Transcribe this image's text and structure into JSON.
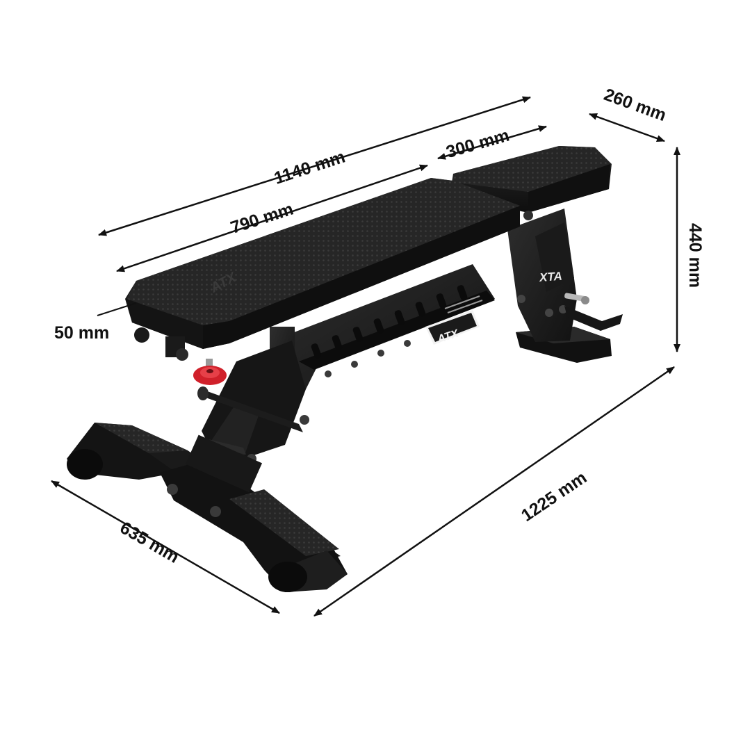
{
  "product": {
    "brand_logo": "ATX",
    "brand_logo_side": "XTA",
    "colors": {
      "frame": "#1b1b1b",
      "pad": "#232323",
      "accent_knob": "#d0202a",
      "arrow": "#111111",
      "background": "#ffffff"
    }
  },
  "dimensions": {
    "total_length": "1140 mm",
    "backrest_length": "790 mm",
    "seat_length": "300 mm",
    "seat_width": "260 mm",
    "height": "440 mm",
    "pad_thickness": "50 mm",
    "base_length": "1225 mm",
    "base_width": "635 mm"
  },
  "icons": [
    "double-arrow-icon",
    "bench-illustration"
  ]
}
